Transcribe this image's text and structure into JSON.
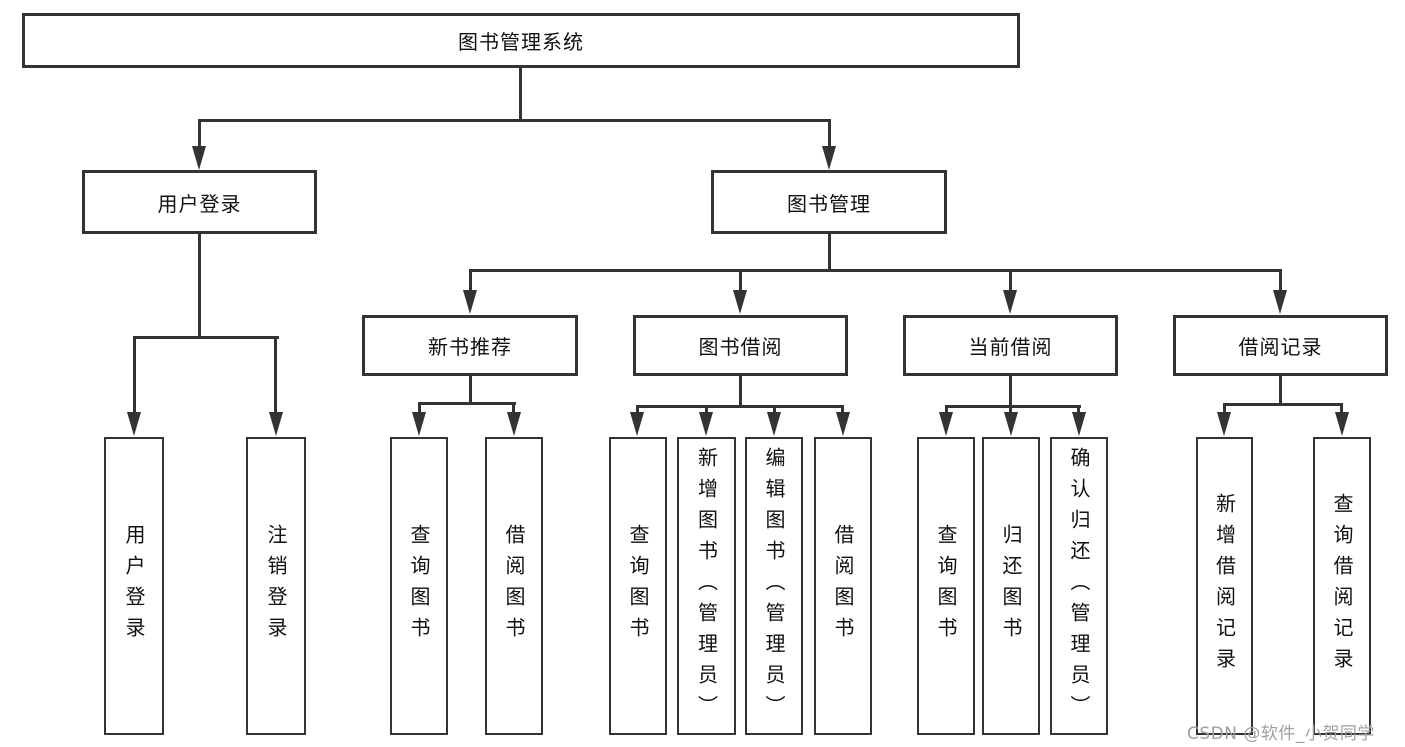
{
  "diagram_title": "图书管理系统",
  "nodes": {
    "root": "图书管理系统",
    "user_login": "用户登录",
    "book_mgmt": "图书管理",
    "new_book_rec": "新书推荐",
    "book_borrow": "图书借阅",
    "current_borrow": "当前借阅",
    "borrow_records": "借阅记录",
    "leaf_user_login": "用户登录",
    "leaf_logout": "注销登录",
    "leaf_nb_query": "查询图书",
    "leaf_nb_borrow": "借阅图书",
    "leaf_bb_query": "查询图书",
    "leaf_bb_add": "新增图书（管理员）",
    "leaf_bb_edit": "编辑图书（管理员）",
    "leaf_bb_borrow": "借阅图书",
    "leaf_cb_query": "查询图书",
    "leaf_cb_return": "归还图书",
    "leaf_cb_confirm": "确认归还（管理员）",
    "leaf_br_add": "新增借阅记录",
    "leaf_br_query": "查询借阅记录"
  },
  "hierarchy": {
    "图书管理系统": {
      "用户登录": [
        "用户登录",
        "注销登录"
      ],
      "图书管理": {
        "新书推荐": [
          "查询图书",
          "借阅图书"
        ],
        "图书借阅": [
          "查询图书",
          "新增图书（管理员）",
          "编辑图书（管理员）",
          "借阅图书"
        ],
        "当前借阅": [
          "查询图书",
          "归还图书",
          "确认归还（管理员）"
        ],
        "借阅记录": [
          "新增借阅记录",
          "查询借阅记录"
        ]
      }
    }
  },
  "watermark": "CSDN @软件_小贺同学",
  "colors": {
    "line": "#333333",
    "text": "#111111",
    "watermark": "#a0a0a0",
    "background": "#ffffff"
  }
}
